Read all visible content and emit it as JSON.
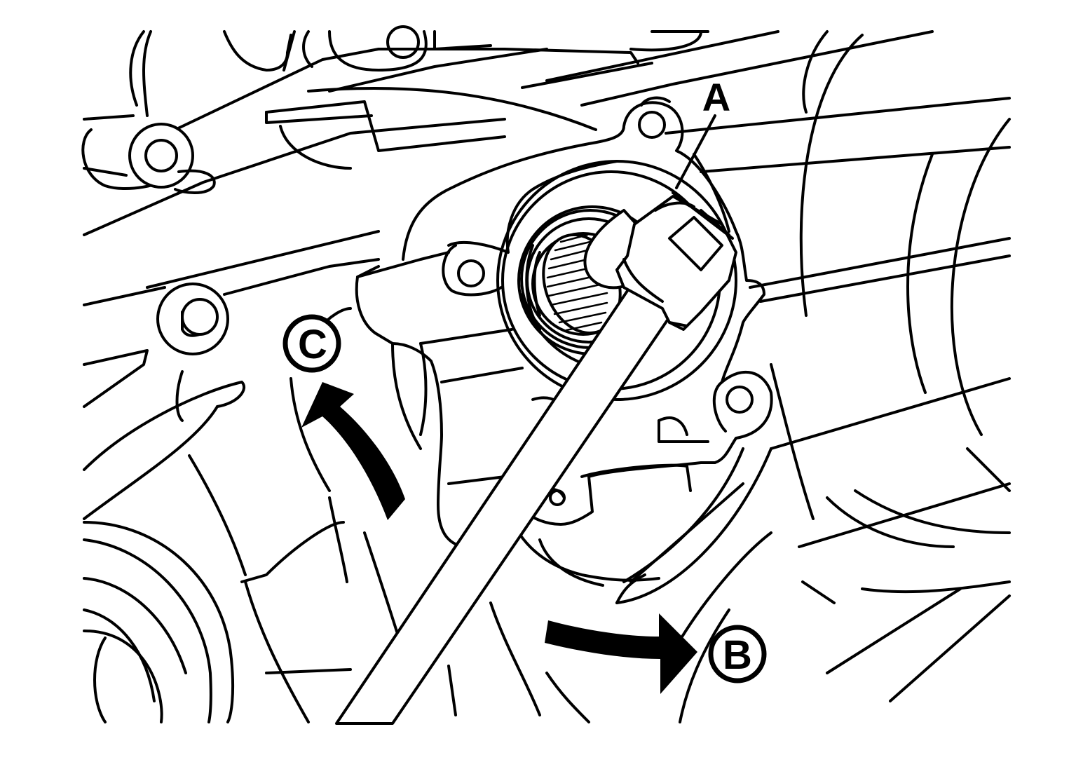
{
  "labels": {
    "a": "A",
    "b": "B",
    "c": "C"
  },
  "arrows": {
    "b_direction": "clockwise",
    "c_direction": "counterclockwise"
  },
  "colors": {
    "line": "#000000",
    "background": "#ffffff"
  }
}
